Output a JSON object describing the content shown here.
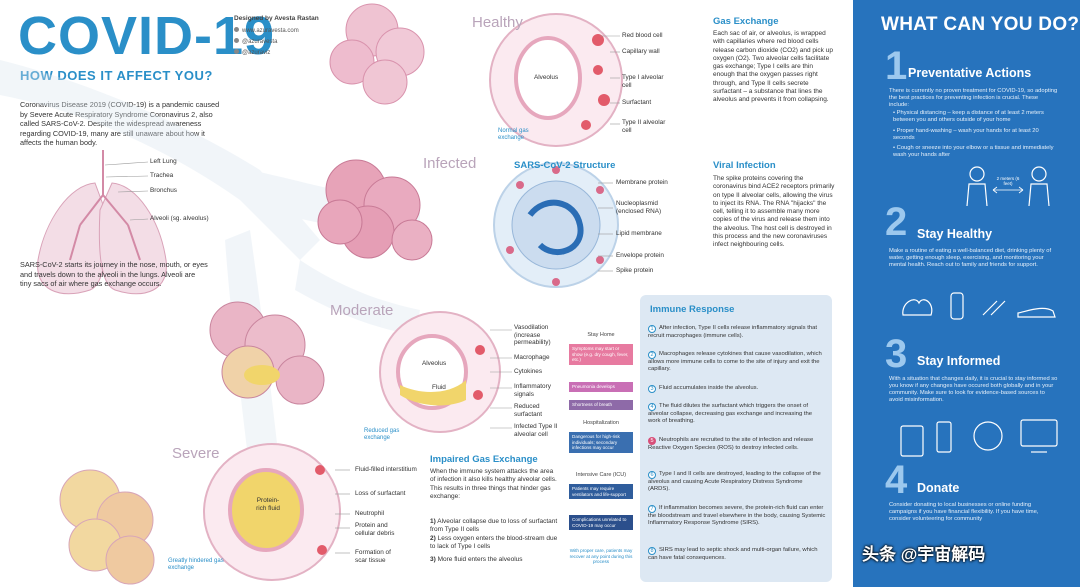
{
  "header": {
    "title": "COVID-19",
    "subtitle": "HOW DOES IT AFFECT YOU?",
    "designer": "Designed by Avesta Rastan",
    "social": [
      "www.azuravesta.com",
      "@azuravesta",
      "@azuraviz"
    ]
  },
  "intro": {
    "paragraph": "Coronavirus Disease 2019 (COVID-19) is a pandemic caused by Severe Acute Respiratory Syndrome Coronavirus 2, also called SARS-CoV-2. Despite the widespread awareness regarding COVID-19, many are still unaware about how it affects the human body.",
    "lung_labels": [
      "Left Lung",
      "Trachea",
      "Bronchus",
      "Alveoli (sg. alveolus)"
    ],
    "journey": "SARS-CoV-2 starts its journey in the nose, mouth, or eyes and travels down to the alveoli in the lungs. Alveoli are tiny sacs of air where gas exchange occurs."
  },
  "healthy": {
    "stage": "Healthy",
    "center_label": "Alveolus",
    "labels": [
      "Red blood cell",
      "Capillary wall",
      "Type I alveolar cell",
      "Surfactant",
      "Type II alveolar cell"
    ],
    "caption": "Normal gas exchange"
  },
  "gas_exchange": {
    "heading": "Gas Exchange",
    "text": "Each sac of air, or alveolus, is wrapped with capillaries where red blood cells release carbon dioxide (CO2) and pick up oxygen (O2). Two alveolar cells facilitate gas exchange; Type I cells are thin enough that the oxygen passes right through, and Type II cells secrete surfactant – a substance that lines the alveolus and prevents it from collapsing."
  },
  "infected": {
    "stage": "Infected",
    "structure_heading": "SARS-CoV-2 Structure",
    "labels": [
      "Membrane protein",
      "Nucleoplasmid (enclosed RNA)",
      "Lipid membrane",
      "Envelope protein",
      "Spike protein"
    ]
  },
  "viral_infection": {
    "heading": "Viral Infection",
    "text": "The spike proteins covering the coronavirus bind ACE2 receptors primarily on type II alveolar cells, allowing the virus to inject its RNA. The RNA \"hijacks\" the cell, telling it to assemble many more copies of the virus and release them into the alveolus. The host cell is destroyed in this process and the new coronaviruses infect neighbouring cells."
  },
  "moderate": {
    "stage": "Moderate",
    "center_label": "Alveolus",
    "fluid_label": "Fluid",
    "labels": [
      "Vasodilation (increase permeability)",
      "Macrophage",
      "Cytokines",
      "Inflammatory signals",
      "Reduced surfactant",
      "Infected Type II alveolar cell"
    ],
    "caption": "Reduced gas exchange"
  },
  "severe": {
    "stage": "Severe",
    "center_label": "Protein-rich fluid",
    "labels": [
      "Fluid-filled interstitium",
      "Loss of surfactant",
      "Neutrophil",
      "Protein and cellular debris",
      "Formation of scar tissue"
    ],
    "caption": "Greatly hindered gas exchange"
  },
  "impaired": {
    "heading": "Impaired Gas Exchange",
    "text": "When the immune system attacks the area of infection it also kills healthy alveolar cells. This results in three things that hinder gas exchange:",
    "items": [
      "Alveolar collapse due to loss of surfactant from Type II cells",
      "Less oxygen enters the blood-stream due to lack of Type I cells",
      "More fluid enters the alveolus"
    ]
  },
  "status": {
    "stay_home": "Stay Home",
    "hospitalization": "Hospitalization",
    "icu": "Intensive Care (ICU)",
    "boxes": [
      "Symptoms may start or show (e.g. dry cough, fever, etc.)",
      "Pneumonia develops",
      "Shortness of breath",
      "Dangerous for high-risk individuals; secondary infections may occur",
      "Patients may require ventilators and life-support",
      "Complications unrelated to COVID-19 may occur"
    ],
    "footnote": "With proper care, patients may recover at any point during this process"
  },
  "immune_response": {
    "heading": "Immune Response",
    "items": [
      "After infection, Type II cells release inflammatory signals that recruit macrophages (immune cells).",
      "Macrophages release cytokines that cause vasodilation, which allows more immune cells to come to the site of injury and exit the capillary.",
      "Fluid accumulates inside the alveolus.",
      "The fluid dilutes the surfactant which triggers the onset of alveolar collapse, decreasing gas exchange and increasing the work of breathing.",
      "Neutrophils are recruited to the site of infection and release Reactive Oxygen Species (ROS) to destroy infected cells.",
      "Type I and II cells are destroyed, leading to the collapse of the alveolus and causing Acute Respiratory Distress Syndrome (ARDS).",
      "If inflammation becomes severe, the protein-rich fluid can enter the bloodstream and travel elsewhere in the body, causing Systemic Inflammatory Response Syndrome (SIRS).",
      "SIRS may lead to septic shock and multi-organ failure, which can have fatal consequences."
    ],
    "numbers": [
      "1",
      "2",
      "3",
      "4",
      "5",
      "6",
      "7",
      "8"
    ]
  },
  "what_can_you_do": {
    "title": "WHAT CAN YOU DO?",
    "sections": [
      {
        "number": "1",
        "heading": "Preventative Actions",
        "text": "There is currently no proven treatment for COVID-19, so adopting the best practices for preventing infection is crucial. These include:",
        "bullets": [
          "Physical distancing – keep a distance of at least 2 meters between you and others outside of your home",
          "Proper hand-washing – wash your hands for at least 20 seconds",
          "Cough or sneeze into your elbow or a tissue and immediately wash your hands after"
        ],
        "figure_label": "2 meters (6 feet)"
      },
      {
        "number": "2",
        "heading": "Stay Healthy",
        "text": "Make a routine of eating a well-balanced diet, drinking plenty of water, getting enough sleep, exercising, and monitoring your mental health. Reach out to family and friends for support."
      },
      {
        "number": "3",
        "heading": "Stay Informed",
        "text": "With a situation that changes daily, it is crucial to stay informed so you know if any changes have occured both globally and in your community. Make sure to look for evidence-based sources to avoid misinformation."
      },
      {
        "number": "4",
        "heading": "Donate",
        "text": "Consider donating to local businesses or online funding campaigns if you have financial flexibility. If you have time, consider volunteering for community"
      }
    ]
  },
  "watermark": "头条 @宇宙解码",
  "colors": {
    "accent_blue": "#2a8fc8",
    "panel_blue": "#2773bd",
    "tissue_pink": "#d98fa8",
    "fluid_yellow": "#f1d56b",
    "alert_pink": "#d84e78",
    "alert_purple": "#8e6aa8",
    "alert_navy": "#2b4f8c"
  }
}
